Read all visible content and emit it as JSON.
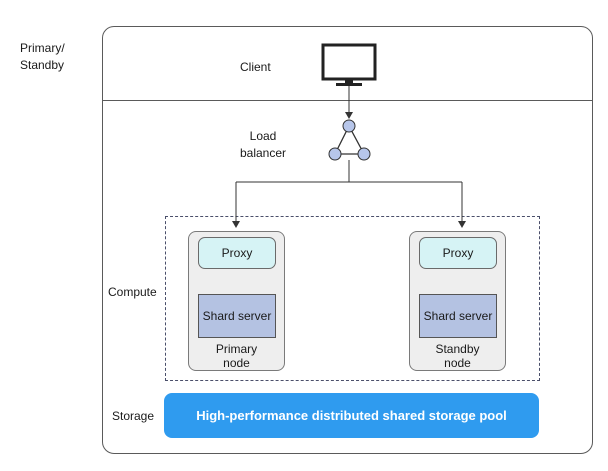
{
  "left_labels": {
    "primary_standby": "Primary/\nStandby",
    "compute": "Compute",
    "storage": "Storage"
  },
  "client": {
    "label": "Client",
    "icon": "monitor-icon"
  },
  "load_balancer": {
    "label": "Load\nbalancer",
    "icon": "load-balancer-icon"
  },
  "nodes": [
    {
      "proxy": "Proxy",
      "shard": "Shard server",
      "label": "Primary\nnode"
    },
    {
      "proxy": "Proxy",
      "shard": "Shard server",
      "label": "Standby\nnode"
    }
  ],
  "storage_pool": {
    "label": "High-performance distributed shared storage pool",
    "color": "#2f9bef"
  },
  "colors": {
    "proxy_fill": "#d6f3f5",
    "shard_fill": "#b4c2e2",
    "node_fill": "#eeeeee",
    "lb_node_fill": "#b7c6ea"
  }
}
